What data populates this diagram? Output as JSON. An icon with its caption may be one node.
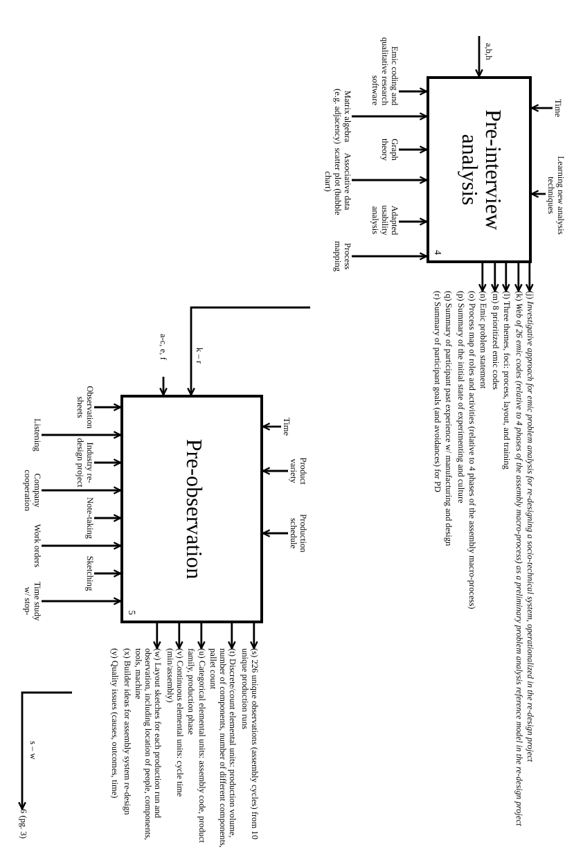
{
  "diagram": {
    "nodes": [
      {
        "text": [
          "Pre-interview analysis",
          "4"
        ]
      },
      {
        "text": [
          "Time"
        ]
      },
      {
        "text": [
          "Learning new analysis techniques"
        ]
      },
      {
        "text": [
          "Emic coding and qualitative research software"
        ]
      },
      {
        "text": [
          "Matrix algebra (e.g. adjacency)"
        ]
      },
      {
        "text": [
          "Graph theory"
        ]
      },
      {
        "text": [
          "Associative data scatter plot (bubble chart)"
        ]
      },
      {
        "text": [
          "Adapted usability analysis"
        ]
      },
      {
        "text": [
          "Process mapping"
        ]
      },
      {
        "text": [
          "(j) *Investigative approach for emic problem analysis for re-designing a socio-technical system, operationalized in the re-design project*"
        ]
      },
      {
        "text": [
          "(k) *Web of 26 emic codes (relative to 4 phases of the assembly macro-process) as a preliminary problem analysis reference model in the re-design project*"
        ]
      },
      {
        "text": [
          "(l) Three themes, foci: process, layout, and training"
        ]
      },
      {
        "text": [
          "(m) 8 prioritized emic codes"
        ]
      },
      {
        "text": [
          "(n) Emic problem statement"
        ]
      },
      {
        "text": [
          "Pre-observation",
          "5"
        ]
      },
      {
        "text": [
          "Time"
        ]
      },
      {
        "text": [
          "Product variety"
        ]
      },
      {
        "text": [
          "Production schedule"
        ]
      },
      {
        "text": [
          "Observation sheets"
        ]
      },
      {
        "text": [
          "Listening"
        ]
      },
      {
        "text": [
          "Industry re-design project"
        ]
      },
      {
        "text": [
          "Company cooperation"
        ]
      },
      {
        "text": [
          "Note-taking"
        ]
      },
      {
        "text": [
          "Work orders"
        ]
      },
      {
        "text": [
          "Sketching"
        ]
      },
      {
        "text": [
          "Time study w/ stop-"
        ]
      },
      {
        "text": [
          "(s) 226 unique observations (assembly cycles) from 10 unique production runs"
        ]
      },
      {
        "text": [
          "(t) Discrete/count elemental units: production volume, number of components, number of different components, pallet count"
        ]
      },
      {
        "text": [
          "(u) Categorical elemental units: assembly code, product family, production phase"
        ]
      },
      {
        "text": [
          "(v) Continuous elemental units: cycle time (min/assembly)"
        ]
      },
      {
        "text": [
          "(w) Layout sketches for each production run and observation, including location of people, components, tools, machine"
        ]
      },
      {
        "text": [
          "6 (pg. 3)"
        ]
      }
    ],
    "edges": [
      {
        "from": null,
        "to": 0,
        "arrow": "to",
        "label": "a,b,h"
      },
      {
        "from": 1,
        "to": 0,
        "arrow": "to"
      },
      {
        "from": 2,
        "to": 0,
        "arrow": "to"
      },
      {
        "from": 3,
        "to": 0,
        "arrow": "to"
      },
      {
        "from": 4,
        "to": 0,
        "arrow": "to"
      },
      {
        "from": 5,
        "to": 0,
        "arrow": "to"
      },
      {
        "from": 6,
        "to": 0,
        "arrow": "to"
      },
      {
        "from": 7,
        "to": 0,
        "arrow": "to"
      },
      {
        "from": 8,
        "to": 0,
        "arrow": "to"
      },
      {
        "from": 0,
        "to": 9,
        "arrow": "to"
      },
      {
        "from": 0,
        "to": 10,
        "arrow": "to"
      },
      {
        "from": 0,
        "to": 11,
        "arrow": "to"
      },
      {
        "from": 0,
        "to": 12,
        "arrow": "to"
      },
      {
        "from": 0,
        "to": 13,
        "arrow": "to"
      },
      {
        "from": null,
        "to": 14,
        "arrow": "to",
        "label": "k – r"
      },
      {
        "from": null,
        "to": 14,
        "arrow": "to",
        "label": "a-c, e, f"
      },
      {
        "from": 15,
        "to": 14,
        "arrow": "to"
      },
      {
        "from": 16,
        "to": 14,
        "arrow": "to"
      },
      {
        "from": 17,
        "to": 14,
        "arrow": "to"
      },
      {
        "from": 18,
        "to": 14,
        "arrow": "to"
      },
      {
        "from": 19,
        "to": 14,
        "arrow": "to"
      },
      {
        "from": 20,
        "to": 14,
        "arrow": "to"
      },
      {
        "from": 21,
        "to": 14,
        "arrow": "to"
      },
      {
        "from": 22,
        "to": 14,
        "arrow": "to"
      },
      {
        "from": 23,
        "to": 14,
        "arrow": "to"
      },
      {
        "from": 24,
        "to": 14,
        "arrow": "to"
      },
      {
        "from": 25,
        "to": 14,
        "arrow": "to"
      },
      {
        "from": 14,
        "to": 26,
        "arrow": "to"
      },
      {
        "from": 14,
        "to": 27,
        "arrow": "to"
      },
      {
        "from": 14,
        "to": 28,
        "arrow": "to"
      },
      {
        "from": 14,
        "to": 29,
        "arrow": "to"
      },
      {
        "from": 14,
        "to": 30,
        "arrow": "to"
      },
      {
        "from": null,
        "to": 31,
        "arrow": "to",
        "label": "s – w"
      }
    ],
    "labels": [
      "(o) Process map of roles and activities (relative to 4 phases of the assembly macro-process)",
      "(p) Summary of the initial state of experimenting and culture",
      "(q) Summary of participant past experience w/ manufacturing and design",
      "(r) Summary of participant goals (and avoidances) for PD",
      "(x) Builder ideas for assembly system re-design",
      "(y) Quality issues (causes, outcomes, time)"
    ]
  }
}
